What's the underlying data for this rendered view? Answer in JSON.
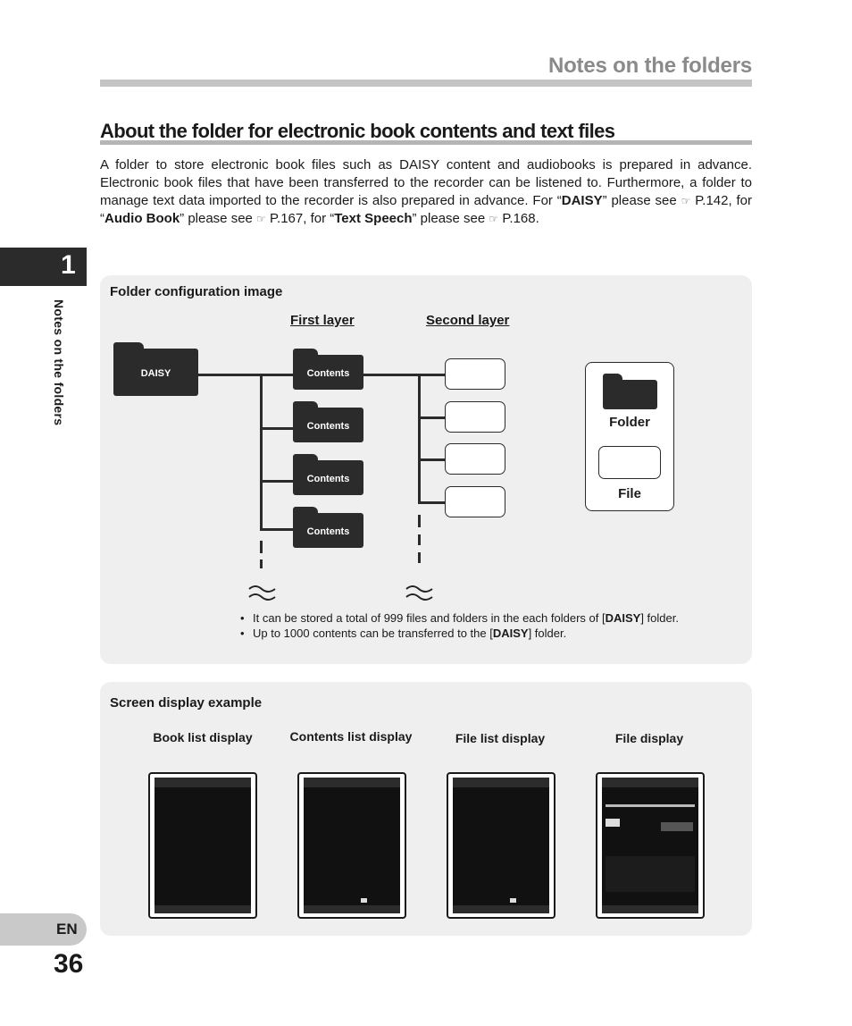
{
  "header": {
    "title": "Notes on the folders"
  },
  "section": {
    "title": "About the folder for electronic book contents and text files",
    "intro_1": "A folder to store electronic book files such as DAISY content and audiobooks is prepared in advance. Electronic book files that have been transferred to the recorder can be listened to. Furthermore, a folder to manage text data imported to the recorder is also prepared in advance. For “",
    "daisy": "DAISY",
    "intro_2": "” please see ",
    "ref_icon": "☞",
    "ref1": " P.142, for “",
    "audio_book": "Audio Book",
    "intro_3": "” please see ",
    "ref2": " P.167, for “",
    "text_speech": "Text Speech",
    "intro_4": "” please see ",
    "ref3": " P.168."
  },
  "sidebar": {
    "chapter_number": "1",
    "chapter_label": "Notes on the folders",
    "lang": "EN",
    "page_number": "36"
  },
  "folder_panel": {
    "title": "Folder configuration image",
    "first_layer": "First layer",
    "second_layer": "Second layer",
    "root_folder": "DAISY",
    "contents_label": "Contents",
    "legend_folder": "Folder",
    "legend_file": "File",
    "note1_a": "It can be stored a total of 999 files and folders in the each folders of [",
    "note1_b": "DAISY",
    "note1_c": "] folder.",
    "note2_a": "Up to 1000 contents can be transferred to the [",
    "note2_b": "DAISY",
    "note2_c": "] folder."
  },
  "screen_panel": {
    "title": "Screen display example",
    "labels": [
      "Book list display",
      "Contents list display",
      "File list display",
      "File display"
    ]
  }
}
